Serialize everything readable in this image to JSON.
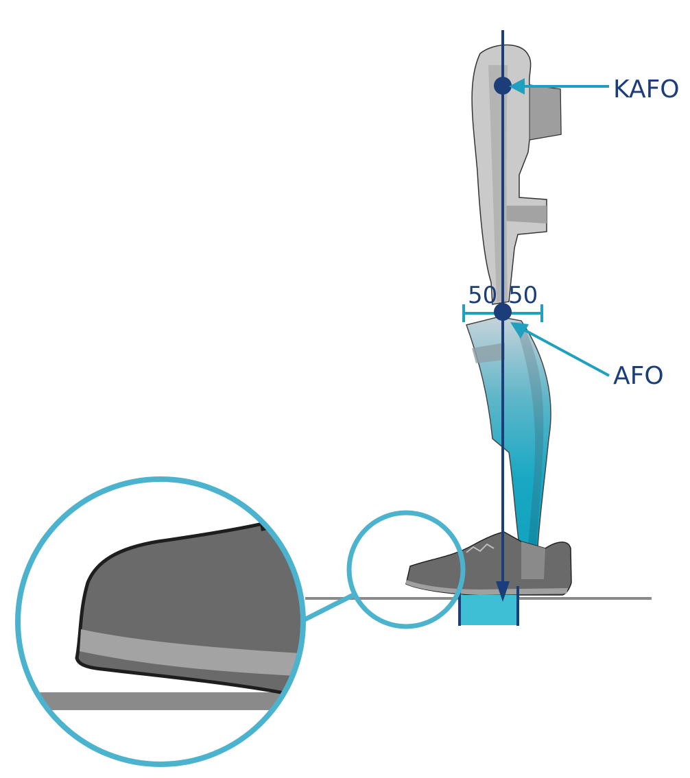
{
  "labels": {
    "kafo": "KAFO",
    "afo": "AFO",
    "left_pct": "50",
    "right_pct": "50"
  },
  "colors": {
    "navy": "#1b3d7a",
    "teal": "#1fa0bf",
    "circle": "#4cb3cf",
    "block": "#3fbfd6",
    "orthosis": "#c9c9c9",
    "orthosis_dark": "#9a9a9a",
    "shoe": "#6a6a6a",
    "ground": "#8a8a8a"
  },
  "icons": {
    "kafo_point": "joint-dot-icon",
    "afo_point": "joint-dot-icon",
    "load_arrow": "arrow-down-icon",
    "zoom_circle": "magnifier-circle-icon"
  }
}
